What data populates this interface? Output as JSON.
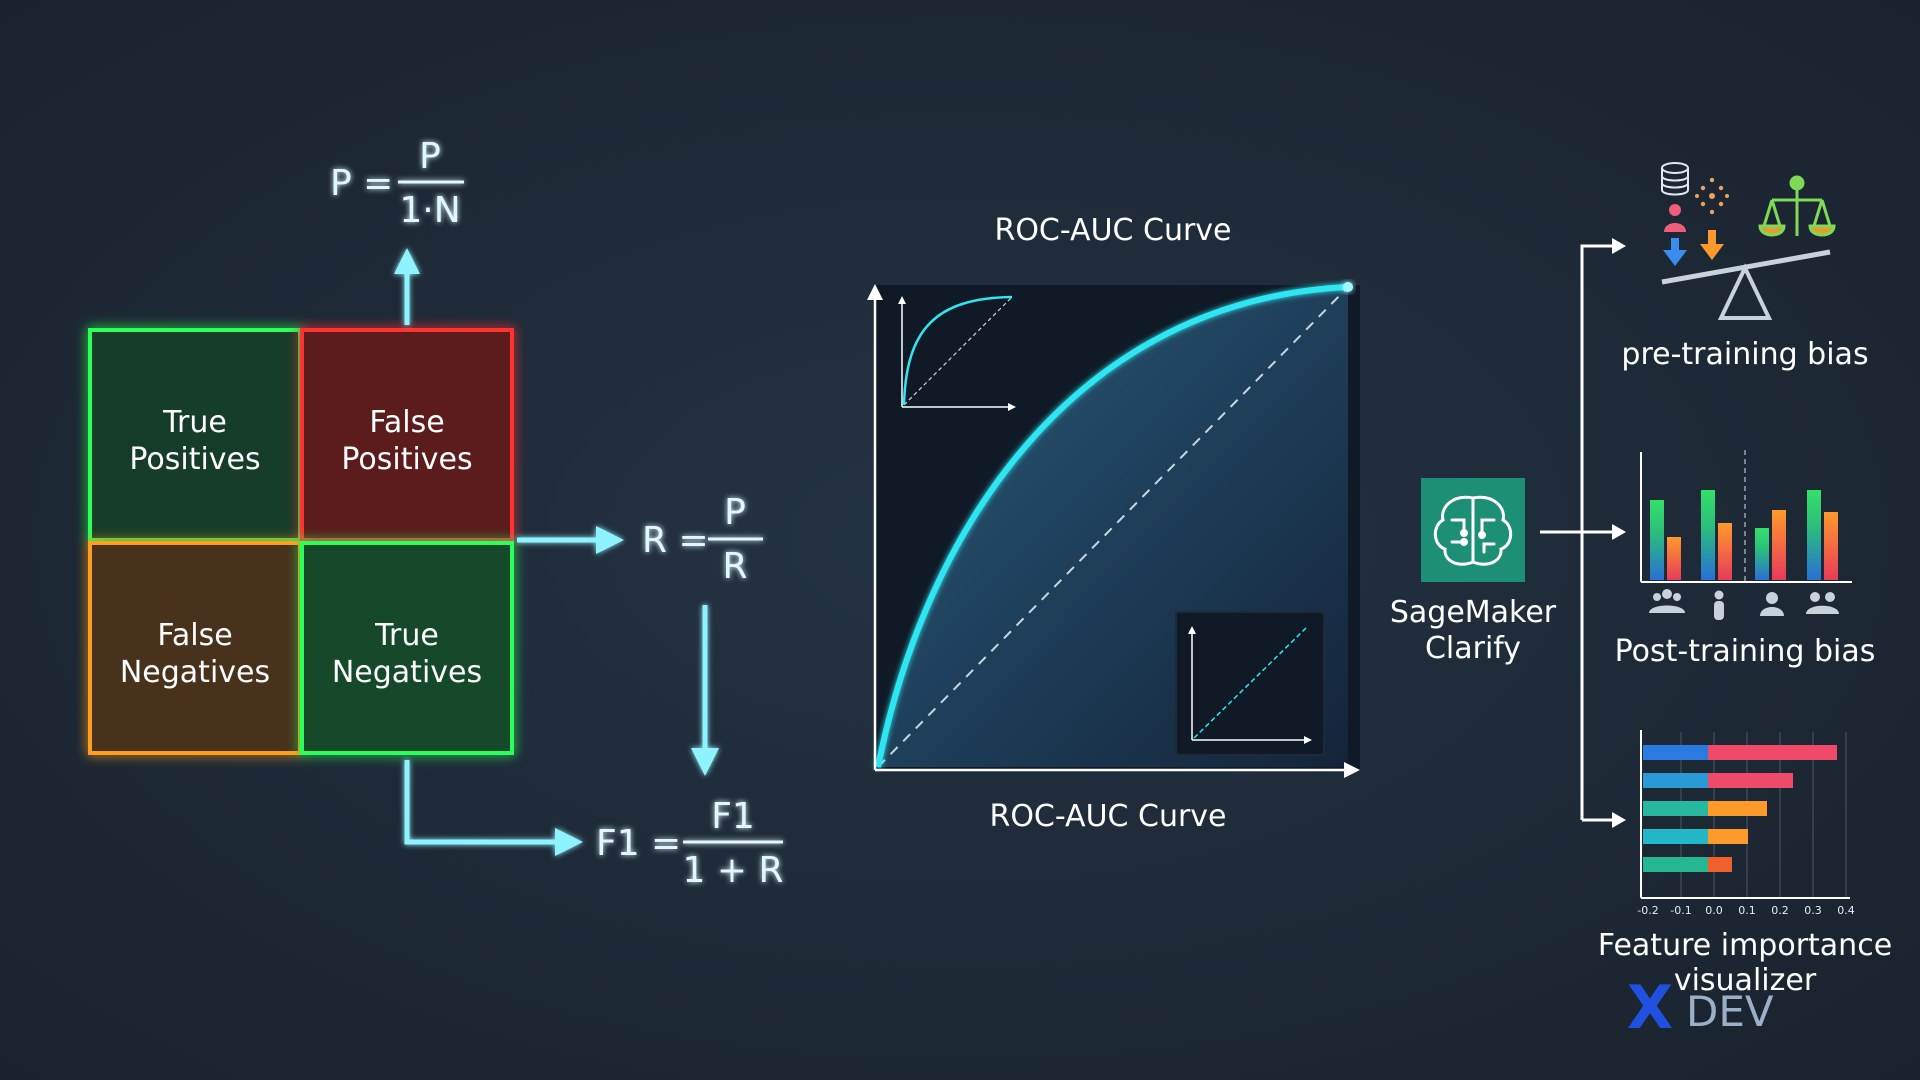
{
  "matrix": {
    "tp_line1": "True",
    "tp_line2": "Positives",
    "fp_line1": "False",
    "fp_line2": "Positives",
    "fn_line1": "False",
    "fn_line2": "Negatives",
    "tn_line1": "True",
    "tn_line2": "Negatives",
    "colors": {
      "tp": "#22e84a",
      "fp": "#ff2a2a",
      "fn": "#ff9d1a",
      "tn": "#22e84a"
    }
  },
  "formulas": {
    "precision": {
      "lhs": "P =",
      "num": "P",
      "den": "1·N"
    },
    "recall": {
      "lhs": "R =",
      "num": "P",
      "den": "R"
    },
    "f1": {
      "lhs": "F1 =",
      "num": "F1",
      "den": "1 + R"
    }
  },
  "roc": {
    "title": "ROC-AUC Curve",
    "caption": "ROC-AUC Curve",
    "accent": "#2fe6f2"
  },
  "clarify": {
    "line1": "SageMaker",
    "line2": "Clarify",
    "icon": "brain-circuit-icon",
    "color": "#1d8f74"
  },
  "outputs": {
    "pretraining_label": "pre-training bias",
    "posttraining_label": "Post-training bias",
    "feature_line1": "Feature importance",
    "feature_line2": "visualizer"
  },
  "feature_axis_ticks": [
    "-0.2",
    "-0.1",
    "0.0",
    "0.1",
    "0.2",
    "0.3",
    "0.4"
  ],
  "watermark": {
    "mark": "X",
    "text": "DEV"
  }
}
